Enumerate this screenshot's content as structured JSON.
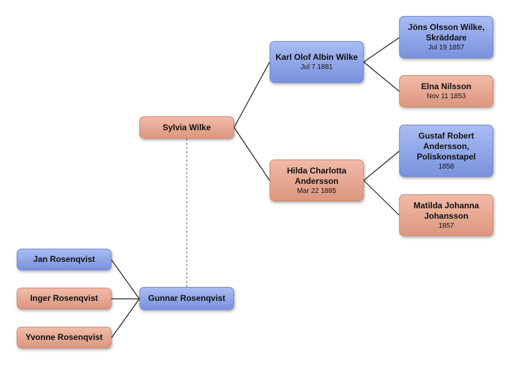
{
  "colors": {
    "male": "#8aa1e6",
    "female": "#e6a690",
    "connector": "#1a1a1a",
    "spouse_link": "#777777"
  },
  "people": {
    "sylvia": {
      "name": "Sylvia Wilke",
      "date": ""
    },
    "karl": {
      "name": "Karl Olof Albin Wilke",
      "date": "Jul 7 1881"
    },
    "hilda": {
      "name": "Hilda Charlotta Andersson",
      "date": "Mar 22 1885"
    },
    "jons": {
      "name": "Jöns Olsson Wilke, Skräddare",
      "date": "Jul 19 1857"
    },
    "elna": {
      "name": "Elna Nilsson",
      "date": "Nov 11 1853"
    },
    "gustaf": {
      "name": "Gustaf Robert Andersson, Poliskonstapel",
      "date": "1858"
    },
    "matilda": {
      "name": "Matilda Johanna Johansson",
      "date": "1857"
    },
    "gunnar": {
      "name": "Gunnar Rosenqvist",
      "date": ""
    },
    "jan": {
      "name": "Jan Rosenqvist",
      "date": ""
    },
    "inger": {
      "name": "Inger Rosenqvist",
      "date": ""
    },
    "yvonne": {
      "name": "Yvonne Rosenqvist",
      "date": ""
    }
  }
}
